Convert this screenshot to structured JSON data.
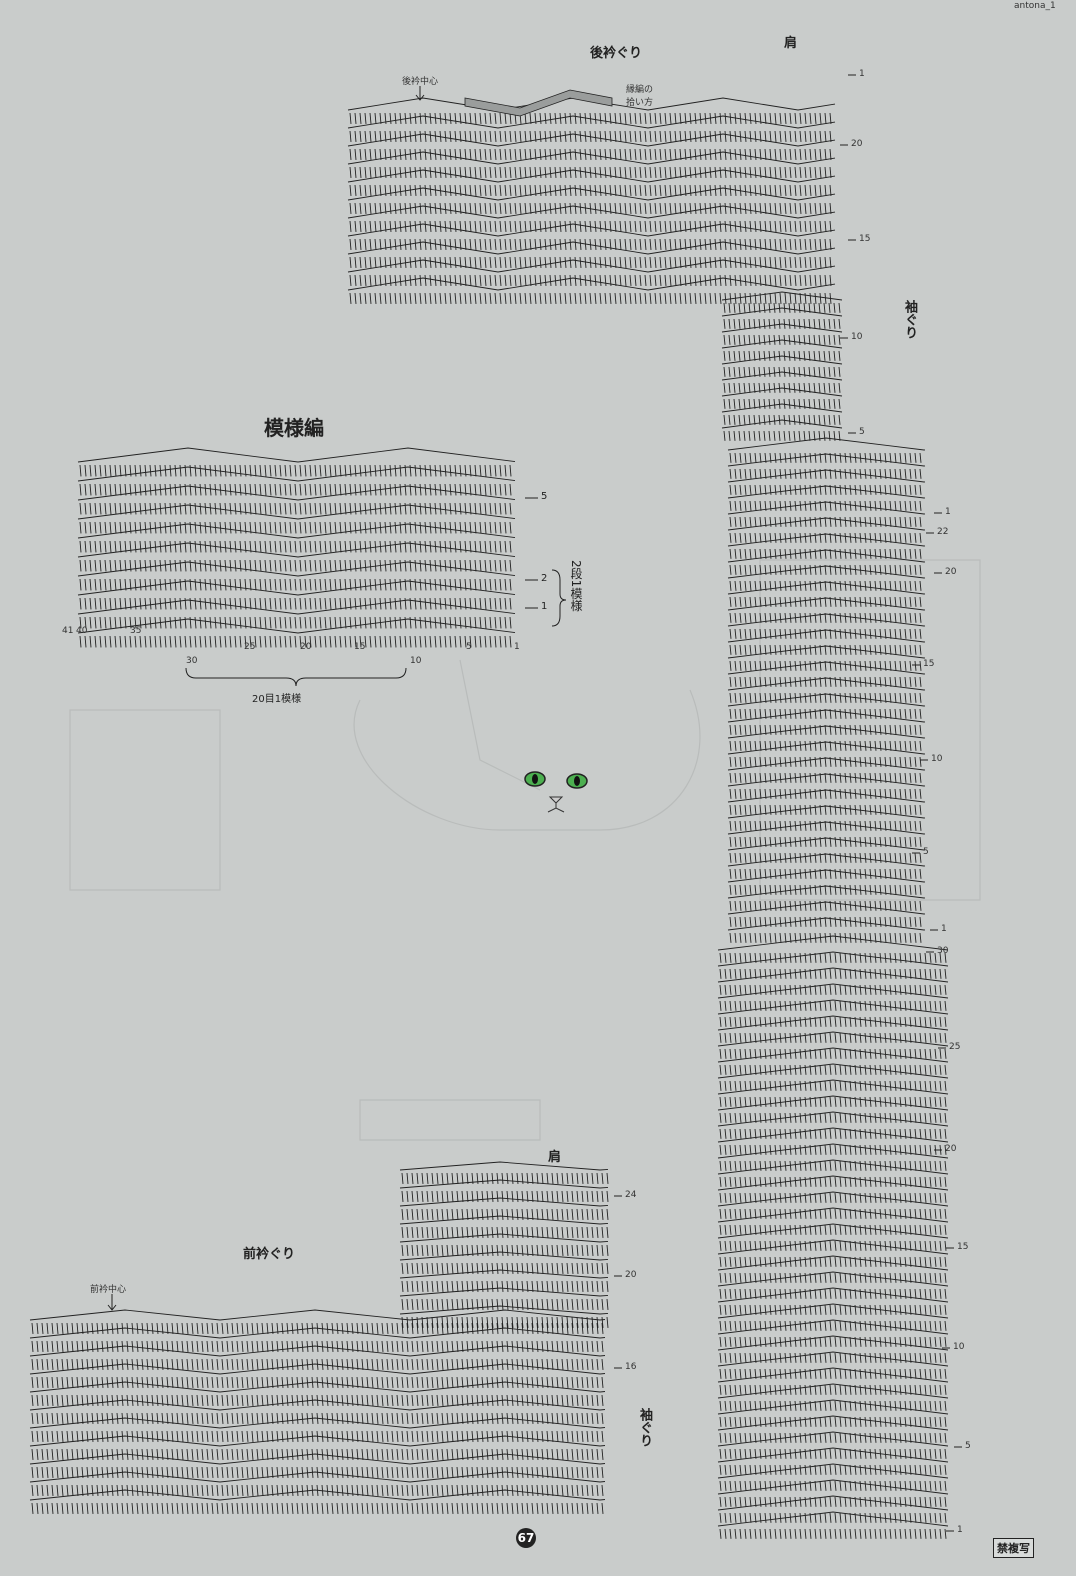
{
  "watermark": "antona_1",
  "page_number": "67",
  "copy_notice": "禁複写",
  "stitch_pattern": {
    "title": "模様編",
    "col_ticks": [
      "41",
      "40",
      "35",
      "30",
      "25",
      "20",
      "15",
      "10",
      "5",
      "1"
    ],
    "row_ticks": [
      "5",
      "2",
      "1"
    ],
    "repeat_rows_label": "2段1模様",
    "repeat_stitches_label": "20目1模様"
  },
  "back_piece": {
    "neckline_label": "後衿ぐり",
    "center_label": "後衿中心",
    "edging_label_line1": "縁編の",
    "edging_label_line2": "拾い方",
    "shoulder_label": "肩",
    "armhole_label": "袖ぐり",
    "row_ticks_upper": [
      "1",
      "20",
      "15",
      "10",
      "5"
    ],
    "row_ticks_side": [
      "1",
      "22",
      "20",
      "15",
      "10",
      "5"
    ],
    "row_ticks_lower": [
      "1",
      "30",
      "25",
      "20",
      "15",
      "10",
      "5",
      "1"
    ]
  },
  "front_piece": {
    "neckline_label": "前衿ぐり",
    "center_label": "前衿中心",
    "shoulder_label": "肩",
    "armhole_label": "袖ぐり",
    "row_ticks": [
      "24",
      "20",
      "16"
    ]
  },
  "colors": {
    "background": "#c9cccb",
    "ink": "#222222",
    "cat_eye": "#4caf50"
  }
}
